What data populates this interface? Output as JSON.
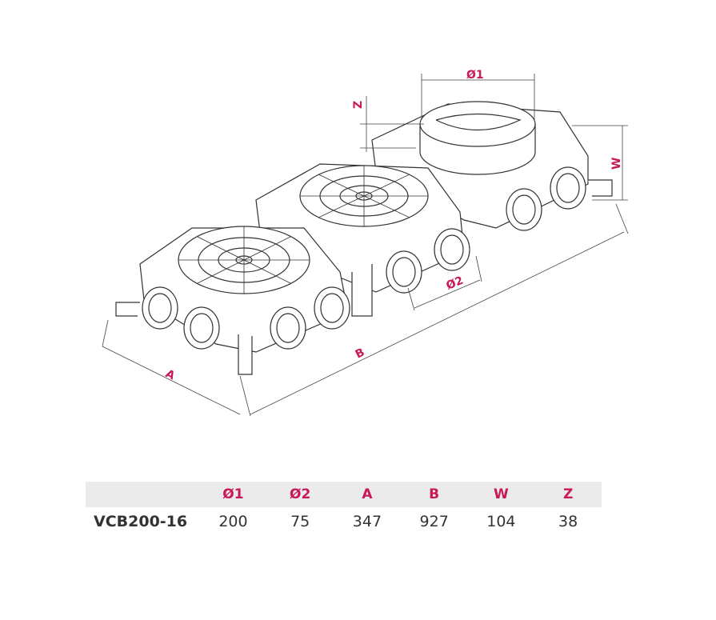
{
  "drawing": {
    "labels": {
      "d1": "Ø1",
      "d2": "Ø2",
      "a": "A",
      "b": "B",
      "w": "W",
      "z": "Z"
    },
    "accent_color": "#c8185a"
  },
  "table": {
    "headers": [
      "",
      "Ø1",
      "Ø2",
      "A",
      "B",
      "W",
      "Z"
    ],
    "rows": [
      {
        "model": "VCB200-16",
        "values": [
          "200",
          "75",
          "347",
          "927",
          "104",
          "38"
        ]
      }
    ]
  }
}
